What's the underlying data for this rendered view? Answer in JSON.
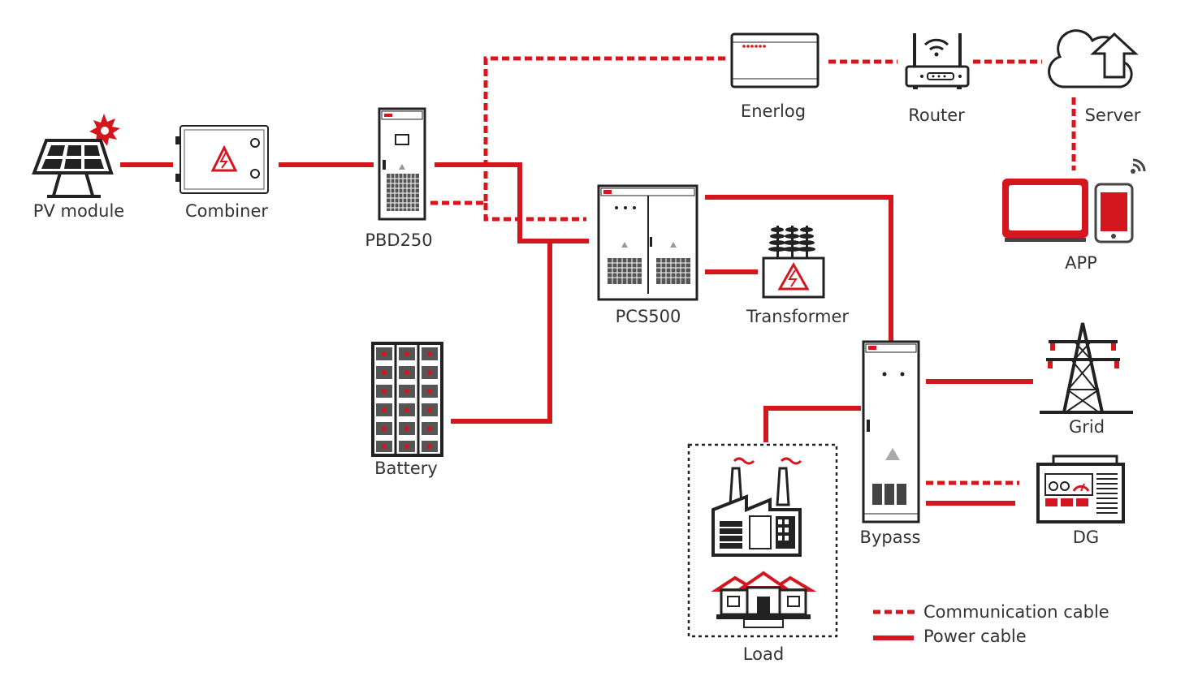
{
  "components": {
    "pv_module": "PV module",
    "combiner": "Combiner",
    "pbd250": "PBD250",
    "pcs500": "PCS500",
    "transformer": "Transformer",
    "battery": "Battery",
    "enerlog": "Enerlog",
    "router": "Router",
    "server": "Server",
    "app": "APP",
    "bypass": "Bypass",
    "grid": "Grid",
    "dg": "DG",
    "load": "Load"
  },
  "legend": {
    "communication": "Communication cable",
    "power": "Power cable"
  },
  "colors": {
    "cable": "#d4171f",
    "outline": "#222222",
    "text": "#333333"
  }
}
